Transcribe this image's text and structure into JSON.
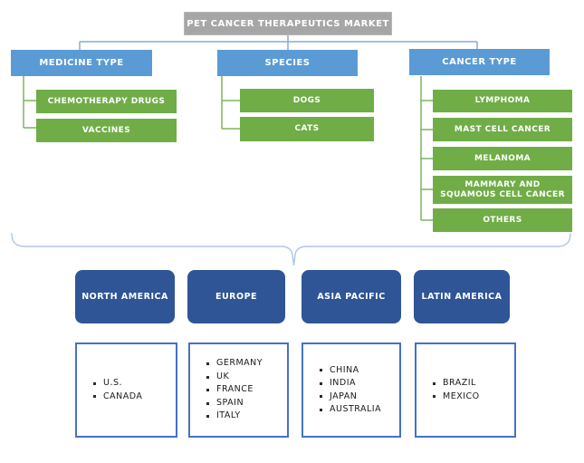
{
  "title": "PET CANCER THERAPEUTICS MARKET",
  "colors": {
    "root_box": "#a6a6a6",
    "segment_header": "#5b9bd5",
    "segment_item": "#70ad47",
    "region_box": "#2f5597",
    "country_box_border": "#4472c4",
    "connector_blue": "#8aa9d6",
    "connector_green": "#7db55b",
    "brace": "#b0c5e8"
  },
  "segments": [
    {
      "label": "MEDICINE TYPE",
      "items": [
        "CHEMOTHERAPY DRUGS",
        "VACCINES"
      ]
    },
    {
      "label": "SPECIES",
      "items": [
        "DOGS",
        "CATS"
      ]
    },
    {
      "label": "CANCER TYPE",
      "items": [
        "LYMPHOMA",
        "MAST CELL CANCER",
        "MELANOMA",
        "MAMMARY AND SQUAMOUS CELL CANCER",
        "OTHERS"
      ]
    }
  ],
  "regions": [
    {
      "label": "NORTH AMERICA",
      "countries": [
        "U.S.",
        "CANADA"
      ]
    },
    {
      "label": "EUROPE",
      "countries": [
        "GERMANY",
        "UK",
        "FRANCE",
        "SPAIN",
        "ITALY"
      ]
    },
    {
      "label": "ASIA PACIFIC",
      "countries": [
        "CHINA",
        "INDIA",
        "JAPAN",
        "AUSTRALIA"
      ]
    },
    {
      "label": "LATIN AMERICA",
      "countries": [
        "BRAZIL",
        "MEXICO"
      ]
    }
  ]
}
